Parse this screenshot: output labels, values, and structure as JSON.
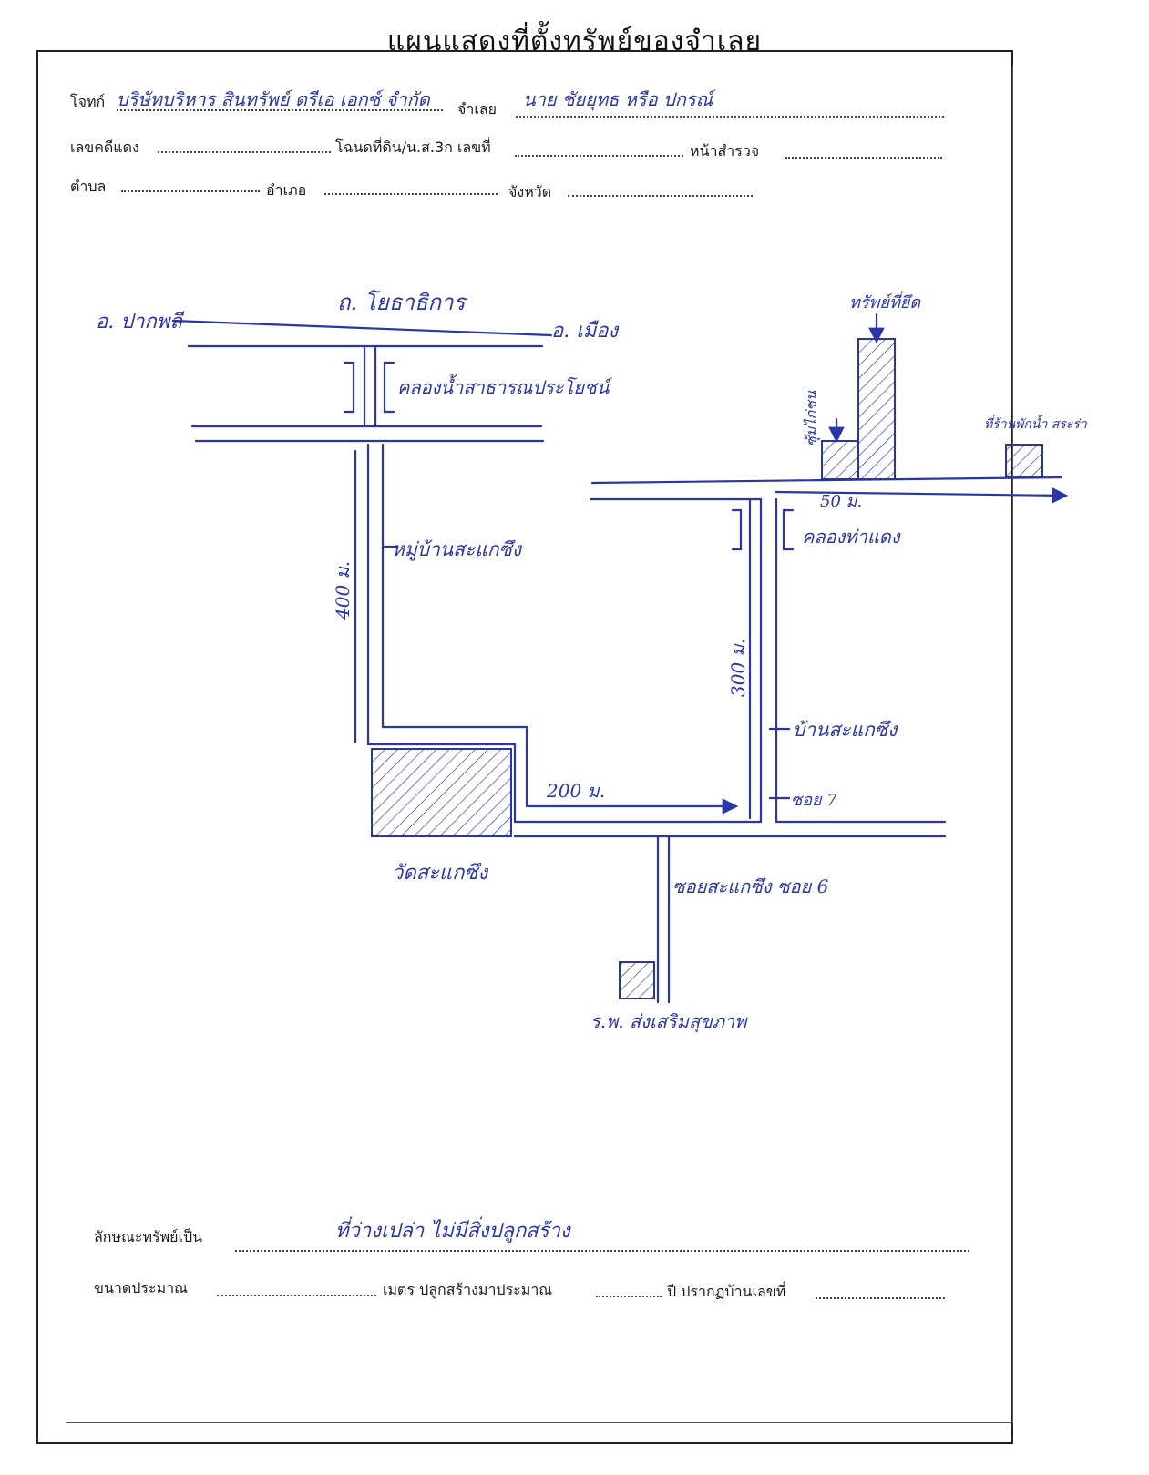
{
  "title": "แผนแสดงที่ตั้งทรัพย์ของจำเลย",
  "header": {
    "plaintiff_label": "โจทก์",
    "plaintiff_value": "บริษัทบริหาร สินทรัพย์ ตรีเอ เอกซ์ จำกัด",
    "defendant_label": "จำเลย",
    "defendant_value": "นาย ชัยยุทธ หรือ ปกรณ์",
    "case_no_label": "เลขคดีแดง",
    "deed_label": "โฉนดที่ดิน/น.ส.3ก เลขที่",
    "survey_page_label": "หน้าสำรวจ",
    "subdistrict_label": "ตำบล",
    "district_label": "อำเภอ",
    "province_label": "จังหวัด"
  },
  "map": {
    "road_top": "ถ. โยธาธิการ",
    "left_place": "อ. ปากพลี",
    "right_place": "อ. เมือง",
    "canal_public": "คลองน้ำสาธารณประโยชน์",
    "canal_right": "คลองท่าแดง",
    "village_moo": "หมู่บ้านสะแกซึง",
    "village_ban": "บ้านสะแกซึง",
    "distance_400": "400 ม.",
    "distance_300": "300 ม.",
    "distance_200": "200 ม.",
    "distance_50": "50 ม.",
    "soi_7": "ซอย 7",
    "soi_6": "ซอยสะแกซึง ซอย 6",
    "temple": "วัดสะแกซึง",
    "hospital": "ร.พ. ส่งเสริมสุขภาพ",
    "seized_property": "ทรัพย์ที่ยึด",
    "chicken_coop": "ซุ้มไก่ชน",
    "water_tower": "ที่ร้านพักน้ำ สระร่า"
  },
  "footer": {
    "property_type_label": "ลักษณะทรัพย์เป็น",
    "property_type_value": "ที่ว่างเปล่า ไม่มีสิ่งปลูกสร้าง",
    "size_label": "ขนาดประมาณ",
    "meters_label": "เมตร ปลูกสร้างมาประมาณ",
    "years_label": "ปี ปรากฏบ้านเลขที่"
  }
}
